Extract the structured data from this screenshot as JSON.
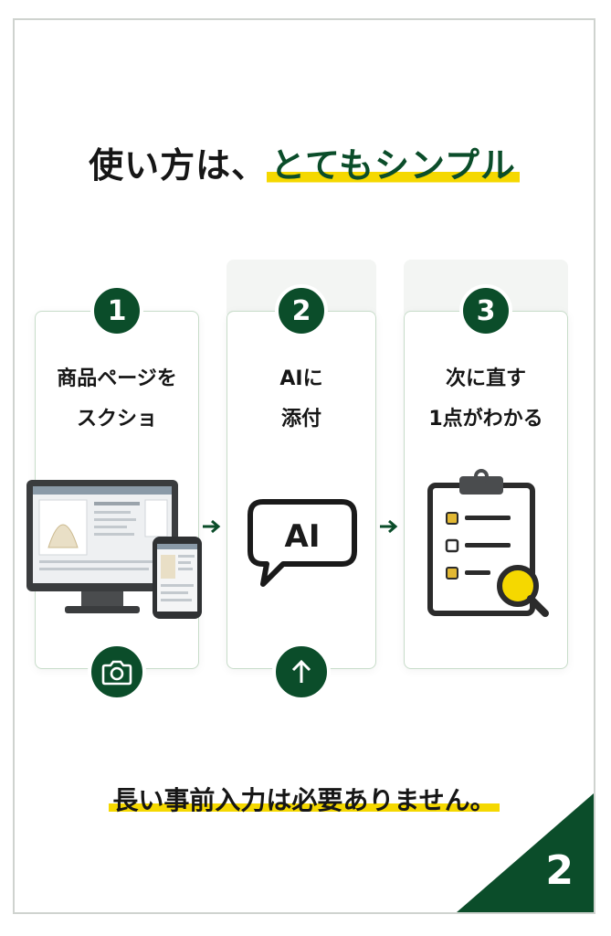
{
  "headline": {
    "plain": "使い方は、",
    "accent": "とてもシンプル"
  },
  "steps": [
    {
      "number": "1",
      "line1": "商品ページを",
      "line2": "スクショ",
      "badge_icon": "camera-icon"
    },
    {
      "number": "2",
      "line1": "AIに",
      "line2": "添付",
      "ai_text": "AI",
      "badge_icon": "arrow-up-icon"
    },
    {
      "number": "3",
      "line1": "次に直す",
      "line2": "1点がわかる"
    }
  ],
  "footer": "長い事前入力は必要ありません。",
  "page_number": "2",
  "colors": {
    "brand_green": "#0b4d2a",
    "highlight_yellow": "#f5d800",
    "card_border": "#c7dcc9"
  }
}
